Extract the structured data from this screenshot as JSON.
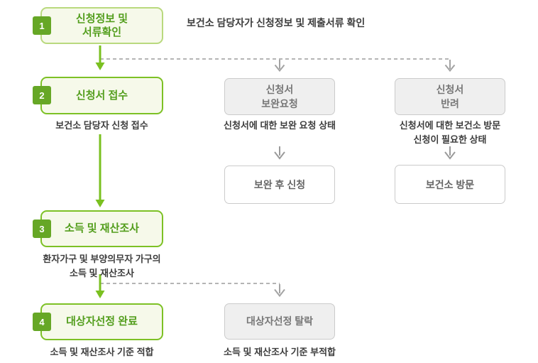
{
  "colors": {
    "green_border": "#7dc125",
    "green_border_light": "#b9d97e",
    "green_badge": "#66a726",
    "green_text": "#539e1d",
    "green_fill": "#f6f9ea",
    "green_arrow": "#7ac020",
    "gray_fill": "#efefef",
    "gray_border": "#cbcbcb",
    "gray_text": "#777777",
    "note_text": "#3d3d3d",
    "dashed_line": "#b5b5b5",
    "gray_arrow": "#a3a3a3"
  },
  "steps": [
    {
      "number": "1",
      "title": "신청정보 및\n서류확인",
      "note": "보건소 담당자가 신청정보 및 제출서류 확인"
    },
    {
      "number": "2",
      "title": "신청서 접수",
      "note": "보건소 담당자 신청 접수"
    },
    {
      "number": "3",
      "title": "소득 및 재산조사",
      "note": "환자가구 및 부양의무자 가구의\n소득 및 재산조사"
    },
    {
      "number": "4",
      "title": "대상자선정 완료",
      "note": "소득 및 재산조사 기준 적합"
    }
  ],
  "branches": {
    "supplement": {
      "title": "신청서\n보완요청",
      "note": "신청서에 대한 보완 요청 상태",
      "action": "보완 후 신청"
    },
    "reject": {
      "title": "신청서\n반려",
      "note": "신청서에 대한 보건소 방문\n신청이 필요한 상태",
      "action": "보건소 방문"
    },
    "fail": {
      "title": "대상자선정 탈락",
      "note": "소득 및 재산조사 기준 부적합"
    }
  }
}
